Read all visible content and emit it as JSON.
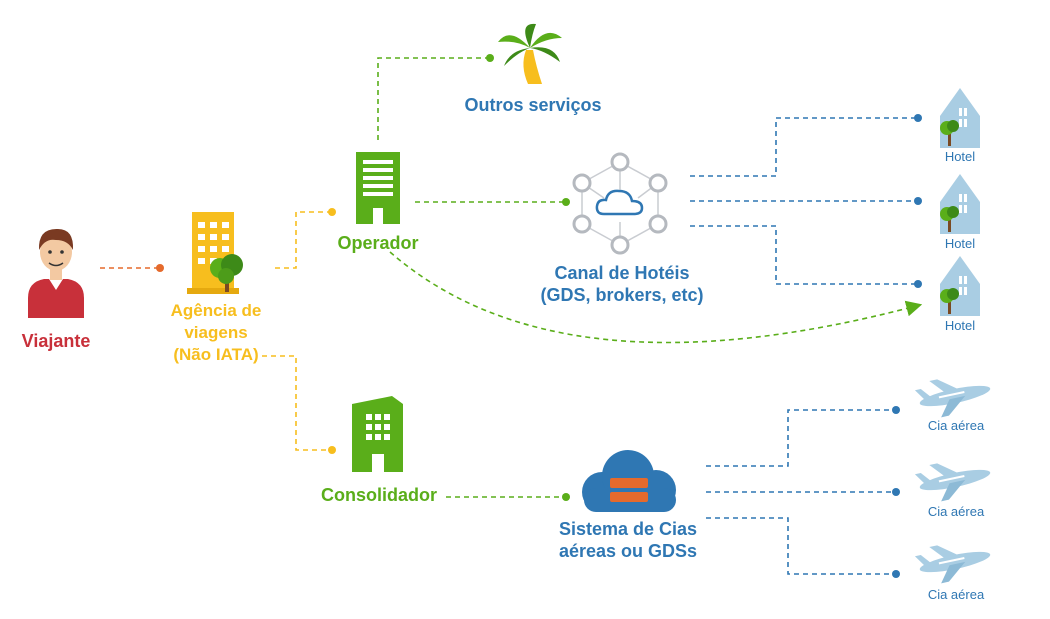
{
  "colors": {
    "red": "#c8303a",
    "yellow": "#f7be1e",
    "green": "#5aae1a",
    "blue": "#2f77b3",
    "light_blue": "#a9cde3",
    "orange": "#e56a2c",
    "grey": "#b5b9bf"
  },
  "nodes": {
    "viajante": {
      "label": "Viajante",
      "icon": "person-icon"
    },
    "agencia": {
      "lines": [
        "Agência de",
        "viagens",
        "(Não IATA)"
      ],
      "icon": "office-building-icon"
    },
    "operador": {
      "label": "Operador",
      "icon": "building-icon"
    },
    "consolidador": {
      "label": "Consolidador",
      "icon": "building-icon"
    },
    "outros_servicos": {
      "label": "Outros serviços",
      "icon": "palm-tree-icon"
    },
    "canal_hoteis": {
      "lines": [
        "Canal de Hotéis",
        "(GDS, brokers, etc)"
      ],
      "icon": "cloud-network-icon"
    },
    "sistema_cias": {
      "lines": [
        "Sistema de Cias",
        "aéreas ou GDSs"
      ],
      "icon": "cloud-server-icon"
    }
  },
  "hotels": [
    {
      "label": "Hotel",
      "icon": "hotel-icon"
    },
    {
      "label": "Hotel",
      "icon": "hotel-icon"
    },
    {
      "label": "Hotel",
      "icon": "hotel-icon"
    }
  ],
  "airlines": [
    {
      "label": "Cia aérea",
      "icon": "airplane-icon"
    },
    {
      "label": "Cia aérea",
      "icon": "airplane-icon"
    },
    {
      "label": "Cia aérea",
      "icon": "airplane-icon"
    }
  ]
}
